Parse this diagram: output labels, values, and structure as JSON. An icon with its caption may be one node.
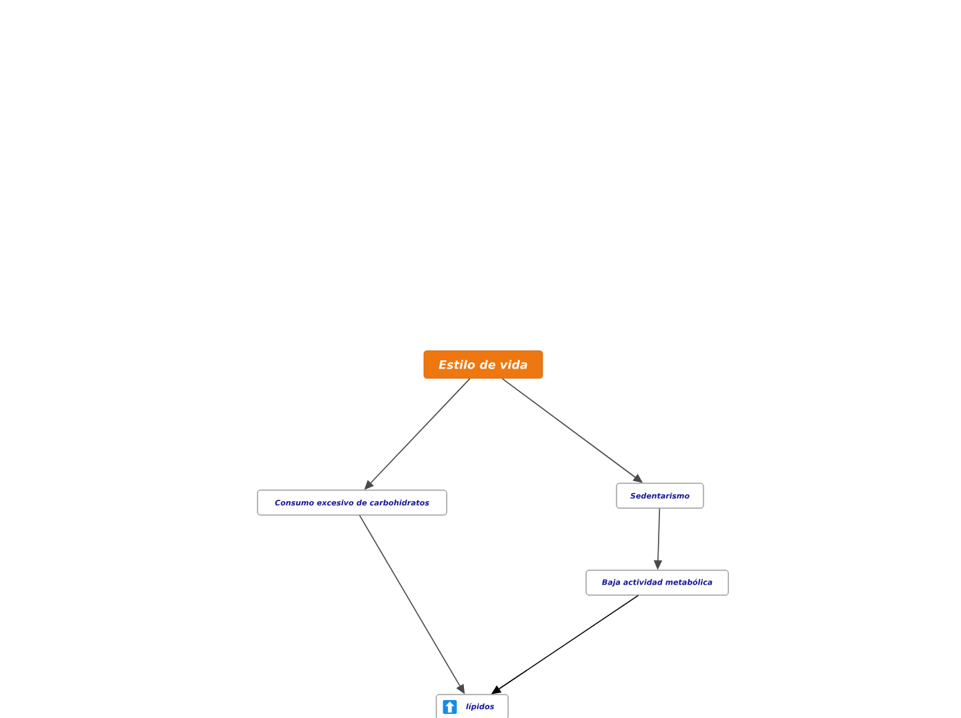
{
  "diagram": {
    "nodes": [
      {
        "text": [
          "Estilo de vida"
        ]
      },
      {
        "text": [
          "Consumo excesivo de carbohidratos"
        ]
      },
      {
        "text": [
          "Sedentarismo"
        ]
      },
      {
        "text": [
          "Baja actividad metabólica"
        ]
      },
      {
        "text": [
          "lípidos"
        ]
      }
    ],
    "edges": [
      {
        "from": 0,
        "to": 1,
        "arrow": "to"
      },
      {
        "from": 0,
        "to": 2,
        "arrow": "to"
      },
      {
        "from": 2,
        "to": 3,
        "arrow": "to"
      },
      {
        "from": 1,
        "to": 4,
        "arrow": "to"
      },
      {
        "from": 3,
        "to": 4,
        "arrow": "to",
        "color": "#000000"
      }
    ]
  }
}
